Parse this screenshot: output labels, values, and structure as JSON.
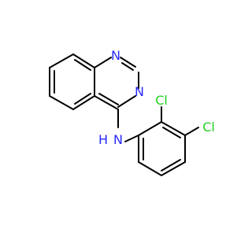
{
  "diagram": {
    "type": "chemical-structure",
    "atom_labels": {
      "n1": "N",
      "n3": "N",
      "nh": "N",
      "h": "H",
      "cl2": "Cl",
      "cl3": "Cl"
    },
    "colors": {
      "nitrogen": "#2727ff",
      "chlorine": "#1fd01f",
      "bond": "#000000"
    }
  }
}
